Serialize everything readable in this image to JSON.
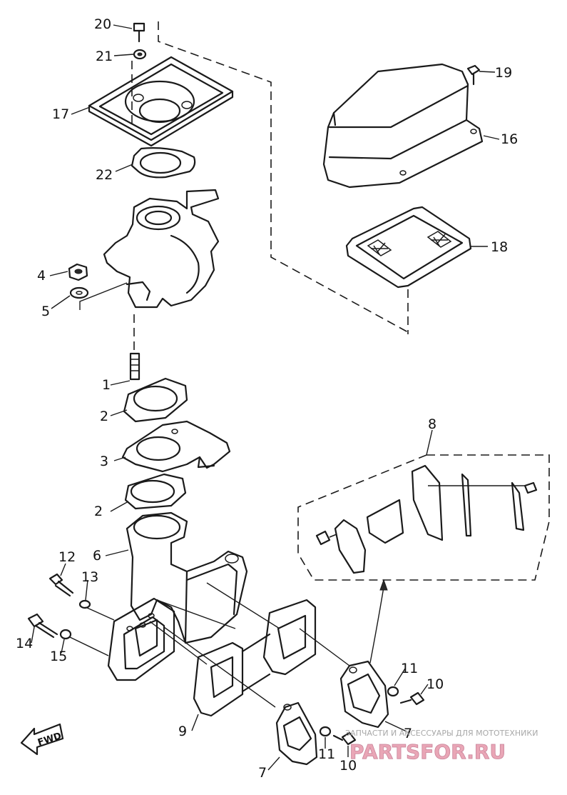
{
  "callouts": {
    "c1": "1",
    "c2a": "2",
    "c2b": "2",
    "c3": "3",
    "c4": "4",
    "c5": "5",
    "c6": "6",
    "c7a": "7",
    "c7b": "7",
    "c8": "8",
    "c9": "9",
    "c10a": "10",
    "c10b": "10",
    "c11a": "11",
    "c11b": "11",
    "c12": "12",
    "c13": "13",
    "c14": "14",
    "c15": "15",
    "c16": "16",
    "c17": "17",
    "c18": "18",
    "c19": "19",
    "c20": "20",
    "c21": "21",
    "c22": "22"
  },
  "fwd_label": "FWD",
  "watermark": {
    "caption": "ЗАПЧАСТИ И АКСЕССУАРЫ ДЛЯ МОТОТЕХНИКИ",
    "logo": "PARTSFOR.RU"
  }
}
